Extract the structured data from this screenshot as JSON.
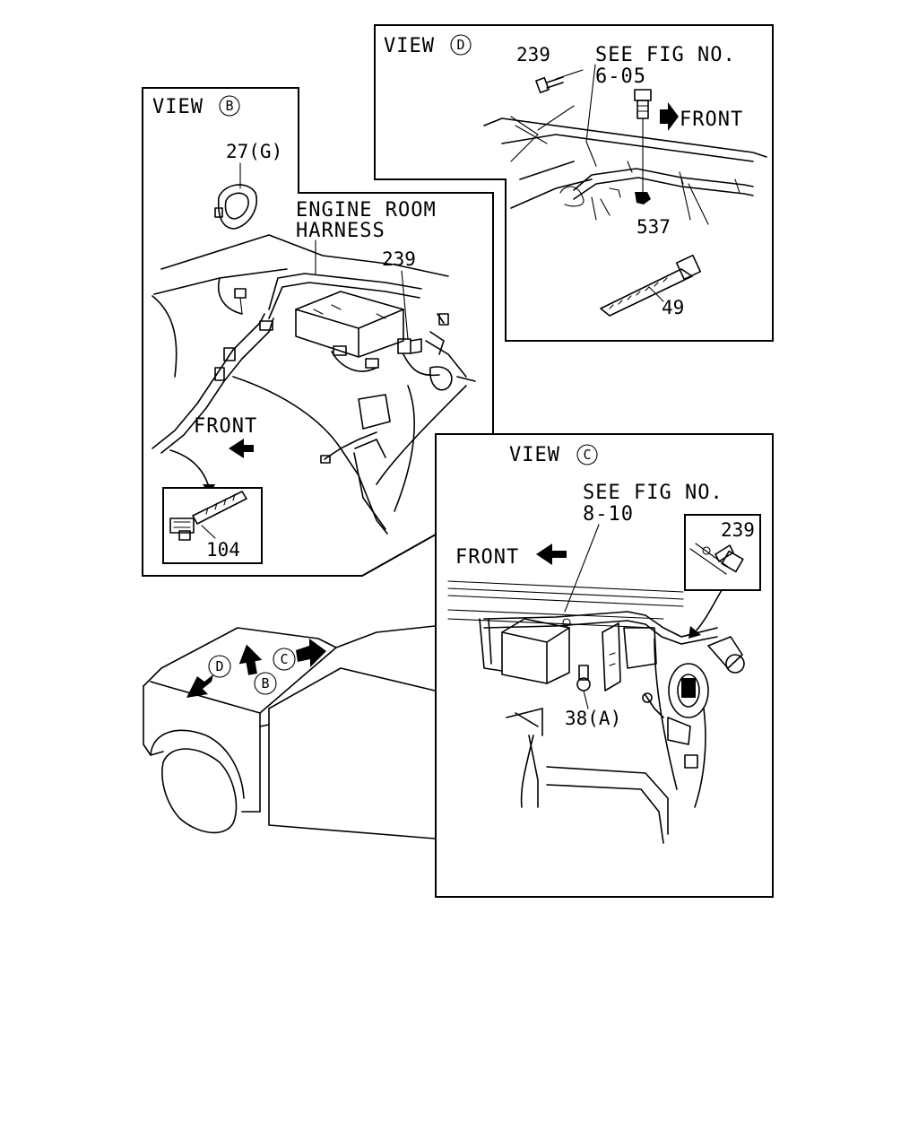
{
  "view_b": {
    "title": "VIEW",
    "circle": "B",
    "part_27": "27(G)",
    "harness_line1": "ENGINE ROOM",
    "harness_line2": "HARNESS",
    "part_239": "239",
    "front": "FRONT",
    "inset_part": "104"
  },
  "view_d": {
    "title": "VIEW",
    "circle": "D",
    "part_239": "239",
    "see_fig_line1": "SEE FIG NO.",
    "see_fig_line2": "6-05",
    "front": "FRONT",
    "part_537": "537",
    "part_49": "49"
  },
  "view_c": {
    "title": "VIEW",
    "circle": "C",
    "see_fig_line1": "SEE FIG NO.",
    "see_fig_line2": "8-10",
    "front": "FRONT",
    "inset_part": "239",
    "part_38": "38(A)"
  },
  "vehicle": {
    "marker_d": "D",
    "marker_b": "B",
    "marker_c": "C"
  }
}
